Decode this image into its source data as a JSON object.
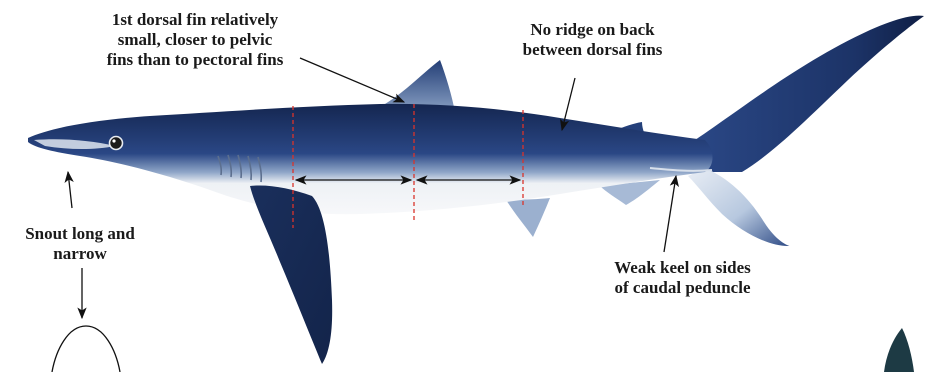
{
  "labels": {
    "dorsal_fin": [
      "1st dorsal fin relatively",
      "small, closer to pelvic",
      "fins than to pectoral fins"
    ],
    "no_ridge": [
      "No ridge on back",
      "between dorsal fins"
    ],
    "snout": [
      "Snout long and",
      "narrow"
    ],
    "keel": [
      "Weak keel on sides",
      "of caudal peduncle"
    ]
  },
  "colors": {
    "body_dark": "#172b55",
    "body_mid": "#2c4a86",
    "belly": "#f4f5f7",
    "fin_light": "#c8d6e8",
    "guide_red": "#d9342b",
    "arrow": "#111111"
  }
}
